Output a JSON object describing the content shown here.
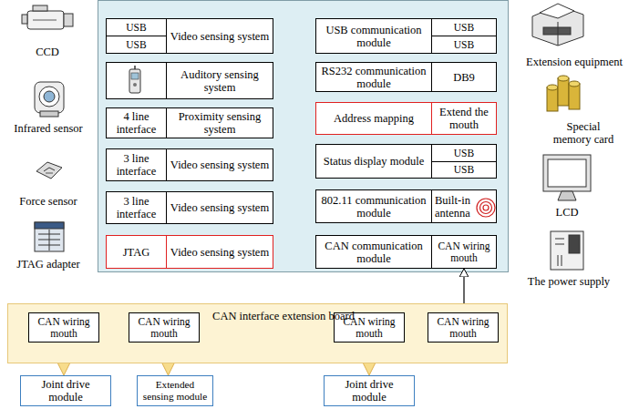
{
  "diagram": {
    "nodes": [
      {
        "text": [
          "USB"
        ]
      },
      {
        "text": [
          "USB"
        ]
      },
      {
        "text": [
          "Video sensing system"
        ]
      },
      {
        "text": [
          "USB communication module"
        ]
      },
      {
        "text": [
          "USB"
        ]
      },
      {
        "text": [
          "USB"
        ]
      },
      {
        "text": [
          "Auditory sensing system"
        ]
      },
      {
        "text": [
          "RS232 communication module"
        ]
      },
      {
        "text": [
          "DB9"
        ]
      },
      {
        "text": [
          "4 line interface"
        ]
      },
      {
        "text": [
          "Proximity sensing system"
        ]
      },
      {
        "text": [
          "Address mapping"
        ]
      },
      {
        "text": [
          "Extend the mouth"
        ]
      },
      {
        "text": [
          "3 line interface"
        ]
      },
      {
        "text": [
          "Video sensing system"
        ]
      },
      {
        "text": [
          "Status display module"
        ]
      },
      {
        "text": [
          "USB"
        ]
      },
      {
        "text": [
          "USB"
        ]
      },
      {
        "text": [
          "3 line interface"
        ]
      },
      {
        "text": [
          "Video sensing system"
        ]
      },
      {
        "text": [
          "802.11 communication module"
        ]
      },
      {
        "text": [
          "Built-in antenna"
        ]
      },
      {
        "text": [
          "JTAG"
        ]
      },
      {
        "text": [
          "Video sensing system"
        ]
      },
      {
        "text": [
          "CAN communication module"
        ]
      },
      {
        "text": [
          "CAN wiring mouth"
        ]
      },
      {
        "text": [
          "CAN interface extension board"
        ]
      },
      {
        "text": [
          "CAN wiring mouth"
        ],
        "in": 26
      },
      {
        "text": [
          "CAN wiring mouth"
        ],
        "in": 26
      },
      {
        "text": [
          "CAN wiring mouth"
        ],
        "in": 26
      },
      {
        "text": [
          "CAN wiring mouth"
        ],
        "in": 26
      },
      {
        "text": [
          "Joint drive module"
        ]
      },
      {
        "text": [
          "Extended sensing module"
        ]
      },
      {
        "text": [
          "Joint drive module"
        ]
      }
    ],
    "edges": [
      {
        "from": 25,
        "to": 30,
        "arrow": "both"
      },
      {
        "from": 27,
        "to": 31,
        "arrow": "both"
      },
      {
        "from": 28,
        "to": 32,
        "arrow": "both"
      },
      {
        "from": 29,
        "to": 33,
        "arrow": "both"
      }
    ],
    "labels": [
      "CCD",
      "Infrared sensor",
      "Force sensor",
      "JTAG adapter",
      "Extension equipment",
      "Special memory card",
      "LCD",
      "The power supply"
    ]
  }
}
